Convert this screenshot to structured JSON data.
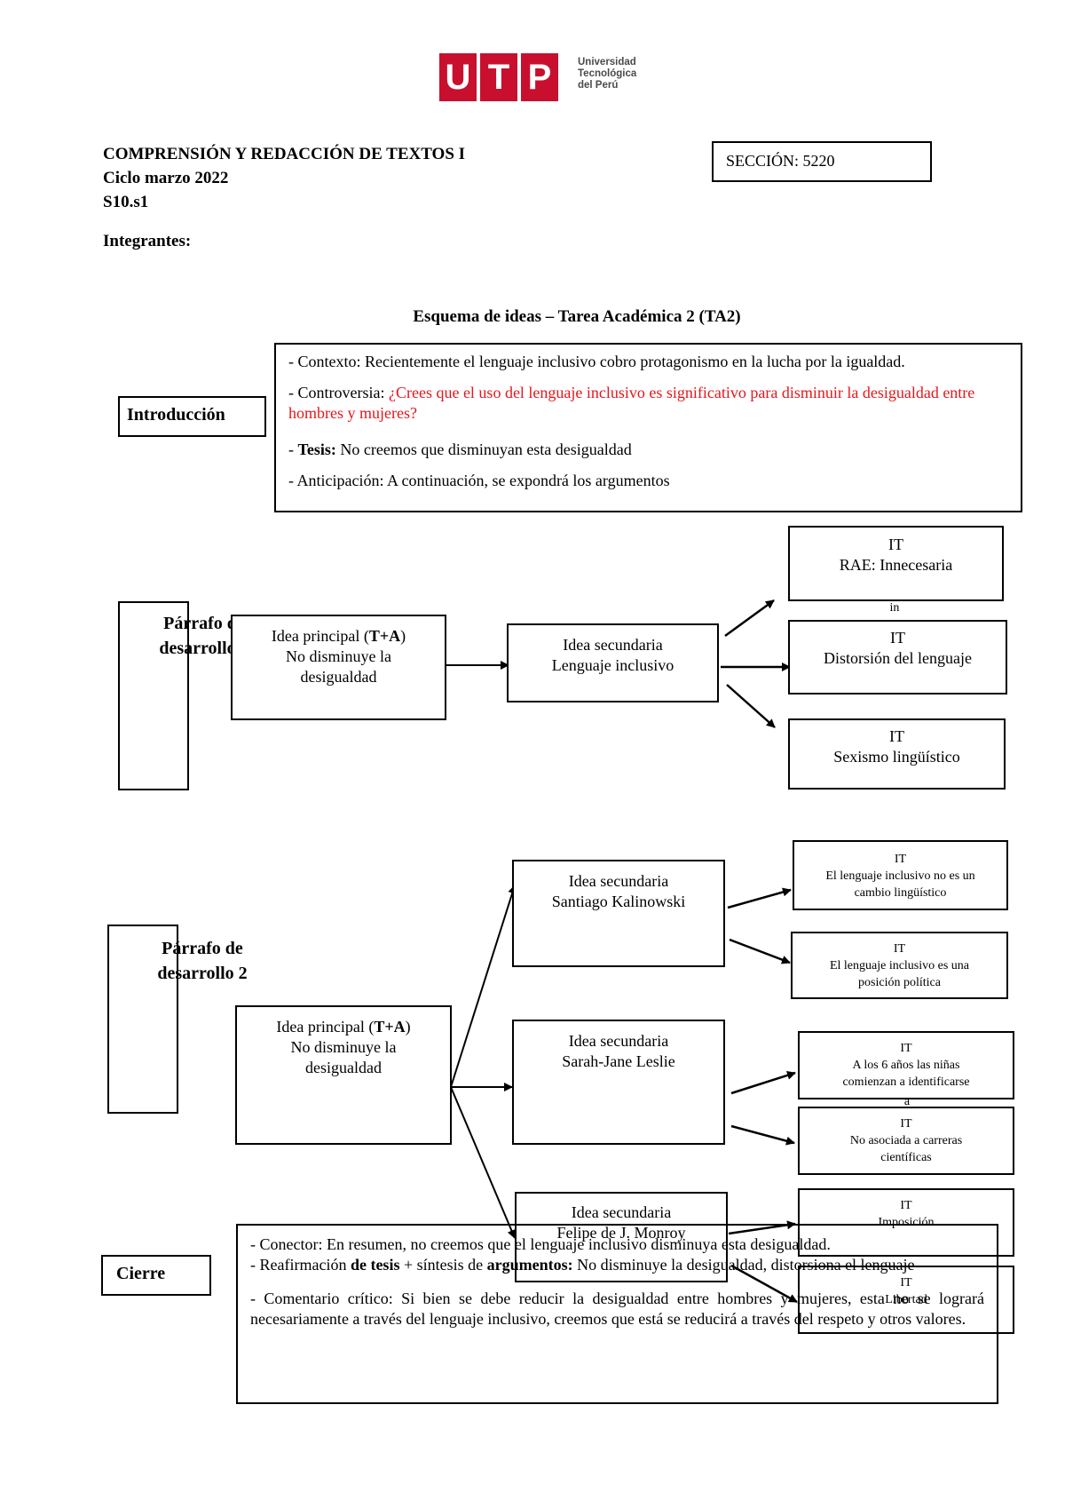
{
  "logo": {
    "letters": [
      "U",
      "T",
      "P"
    ],
    "name_lines": [
      "Universidad",
      "Tecnológica",
      "del Perú"
    ],
    "brand_color": "#c8102e"
  },
  "header": {
    "course": "COMPRENSIÓN Y REDACCIÓN DE TEXTOS I",
    "cycle": "Ciclo marzo 2022",
    "session": "S10.s1",
    "members_label": "Integrantes:",
    "section": "SECCIÓN: 5220"
  },
  "title": "Esquema de ideas – Tarea Académica 2 (TA2)",
  "intro": {
    "label": "Introducción",
    "context": "- Contexto: Recientemente el lenguaje inclusivo cobro protagonismo en la lucha por la igualdad.",
    "controversy_label": "- Controversia:",
    "controversy_question": "¿Crees que el uso del lenguaje inclusivo es significativo para disminuir la desigualdad entre hombres y mujeres?",
    "thesis_dash": "- ",
    "thesis_label": "Tesis:",
    "thesis_text": " No creemos que disminuyan esta desigualdad",
    "anticipation": "- Anticipación: A continuación, se expondrá los argumentos"
  },
  "p1": {
    "label_line1": "Párrafo de",
    "label_line2": "desarrollo 1",
    "main_line1": "Idea principal (",
    "main_bold": "T+A",
    "main_line1_end": ")",
    "main_line2": "No disminuye la",
    "main_line3": "desigualdad",
    "sec_line1": "Idea secundaria",
    "sec_line2": "Lenguaje inclusivo",
    "it1_line1": "IT",
    "it1_line2": "RAE: Innecesaria",
    "it1_overflow": "in",
    "it2_line1": "IT",
    "it2_line2": "Distorsión del lenguaje",
    "it3_line1": "IT",
    "it3_line2": "Sexismo lingüístico"
  },
  "p2": {
    "label_line1": "Párrafo de",
    "label_line2": "desarrollo 2",
    "main_line1": "Idea principal (",
    "main_bold": "T+A",
    "main_line1_end": ")",
    "main_line2": "No disminuye la",
    "main_line3": "desigualdad",
    "sec1_line1": "Idea secundaria",
    "sec1_line2": "Santiago Kalinowski",
    "sec2_line1": "Idea secundaria",
    "sec2_line2": "Sarah-Jane Leslie",
    "sec3_line1": "Idea secundaria",
    "sec3_line2": "Felipe de J. Monroy",
    "it1_line1": "IT",
    "it1_line2": "El lenguaje inclusivo no es un",
    "it1_line3": "cambio lingüístico",
    "it2_line1": "IT",
    "it2_line2": "El lenguaje inclusivo es una",
    "it2_line3": "posición política",
    "it3_line1": "IT",
    "it3_line2": "A los 6 años las niñas",
    "it3_line3": "comienzan a identificarse",
    "it3_overflow": "a",
    "it4_line1": "IT",
    "it4_line2": "No asociada a carreras",
    "it4_line3": "científicas",
    "it5_line1": "IT",
    "it5_line2": "Imposición",
    "it6_line1": "IT",
    "it6_line2": "Libertad"
  },
  "closing": {
    "label": "Cierre",
    "connector": "- Conector: En resumen, no creemos que el lenguaje inclusivo disminuya esta desigualdad.",
    "reaffirm_a": "- Reafirmación ",
    "reaffirm_b": "de tesis",
    "reaffirm_c": " + síntesis de ",
    "reaffirm_d": "argumentos:",
    "reaffirm_e": " No disminuye la desigualdad, distorsiona el lenguaje",
    "comment": "- Comentario crítico: Si bien se debe reducir la desigualdad entre hombres y mujeres, esta no se logrará necesariamente a través del lenguaje inclusivo, creemos que está se reducirá a través del respeto y otros valores."
  }
}
